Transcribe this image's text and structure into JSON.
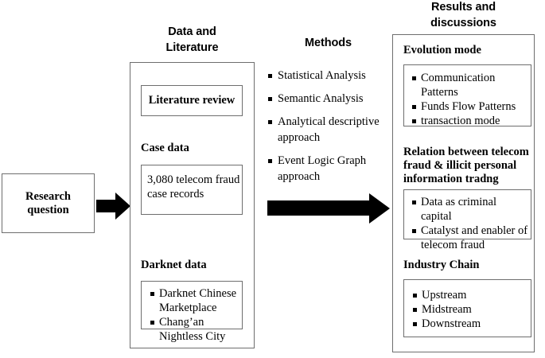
{
  "diagram": {
    "title": "Research framework flow diagram",
    "columns": {
      "research": {
        "label": "Research\nquestion",
        "line1": "Research",
        "line2": "question"
      },
      "data_literature": {
        "heading_line1": "Data and",
        "heading_line2": "Literature",
        "literature_box": "Literature review",
        "case_data": {
          "title": "Case data",
          "text_line1": "3,080 telecom fraud",
          "text_line2": "case records"
        },
        "darknet_data": {
          "title": "Darknet data",
          "items": [
            "Darknet Chinese Marketplace",
            "Chang’an Nightless City"
          ]
        }
      },
      "methods": {
        "heading": "Methods",
        "items": [
          "Statistical Analysis",
          "Semantic Analysis",
          "Analytical descriptive approach",
          "Event Logic Graph approach"
        ]
      },
      "results": {
        "heading_line1": "Results and",
        "heading_line2": "discussions",
        "evolution_mode": {
          "title": "Evolution mode",
          "items": [
            "Communication Patterns",
            "Funds Flow Patterns",
            "transaction mode"
          ]
        },
        "relation": {
          "title_line1": "Relation between telecom",
          "title_line2": "fraud & illicit personal",
          "title_line3": "information tradng",
          "items": [
            "Data as criminal capital",
            "Catalyst and enabler of telecom fraud"
          ]
        },
        "industry_chain": {
          "title": "Industry Chain",
          "items": [
            "Upstream",
            "Midstream",
            "Downstream"
          ]
        }
      }
    },
    "arrows": [
      {
        "name": "arrow-research-to-data",
        "direction": "right"
      },
      {
        "name": "arrow-methods-to-results",
        "direction": "right"
      }
    ],
    "colors": {
      "background": "#ffffff",
      "text": "#000000",
      "border": "#6e6e6e",
      "arrow": "#000000"
    }
  }
}
